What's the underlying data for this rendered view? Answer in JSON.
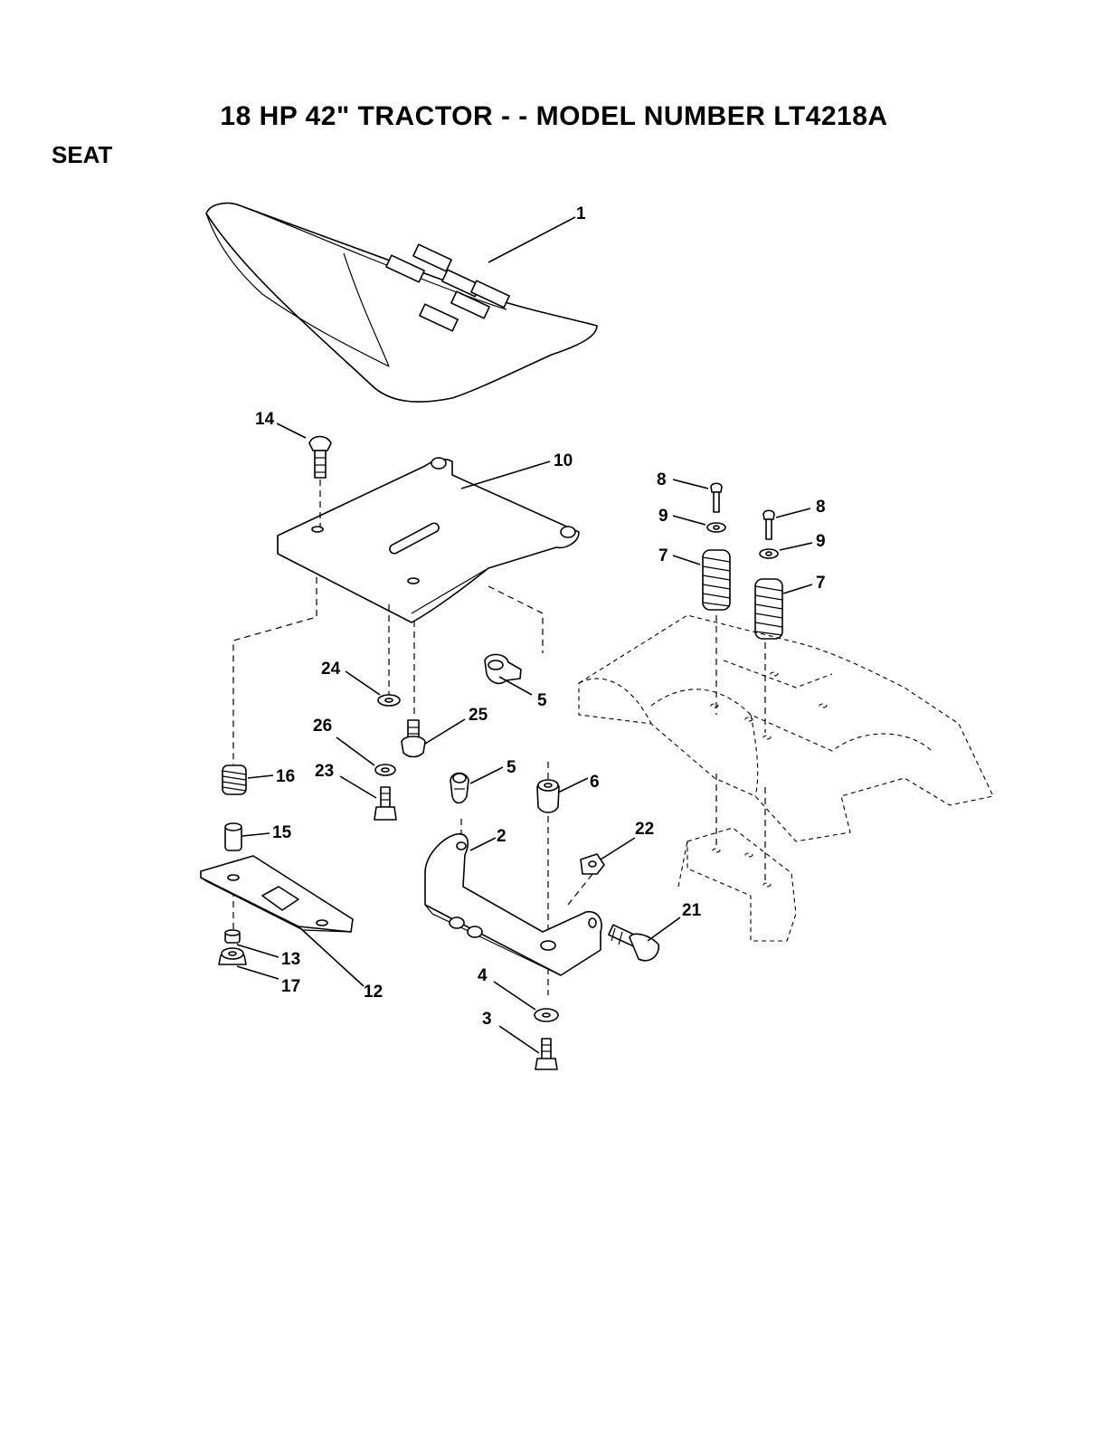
{
  "title": "18 HP 42\" TRACTOR - - MODEL NUMBER LT4218A",
  "section": "SEAT",
  "callouts": {
    "c1": "1",
    "c2": "2",
    "c3": "3",
    "c4": "4",
    "c5a": "5",
    "c5b": "5",
    "c6": "6",
    "c7a": "7",
    "c7b": "7",
    "c8a": "8",
    "c8b": "8",
    "c9a": "9",
    "c9b": "9",
    "c10": "10",
    "c12": "12",
    "c13": "13",
    "c14": "14",
    "c15": "15",
    "c16": "16",
    "c17": "17",
    "c21": "21",
    "c22": "22",
    "c23": "23",
    "c24": "24",
    "c25": "25",
    "c26": "26"
  }
}
